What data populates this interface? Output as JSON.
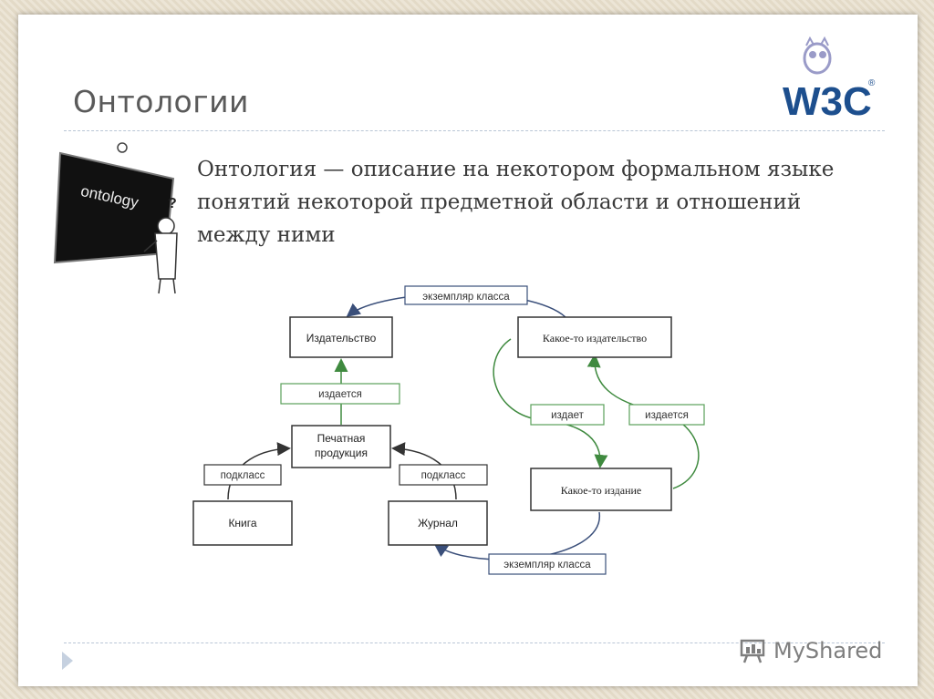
{
  "slide": {
    "title": "Онтологии",
    "definition": "Онтология — описание на некотором формальном языке понятий некоторой предметной области и отношений между ними",
    "board_text": "ontology",
    "board_mark": "?",
    "logo_text": "W3C",
    "logo_reg": "®"
  },
  "diagram": {
    "nodes": {
      "izdatelstvo": "Издательство",
      "pechatnaya_1": "Печатная",
      "pechatnaya_2": "продукция",
      "kniga": "Книга",
      "zhurnal": "Журнал",
      "kakoe_izdatelstvo": "Какое-то издательство",
      "kakoe_izdanie": "Какое-то издание"
    },
    "labels": {
      "ekzemplyar_top": "экземпляр класса",
      "izdaetsya_left": "издается",
      "podklass_left": "подкласс",
      "podklass_right": "подкласс",
      "izdaet": "издает",
      "izdaetsya_right": "издается",
      "ekzemplyar_bottom": "экземпляр класса"
    },
    "colors": {
      "box": "#333333",
      "subclass_arrow": "#333333",
      "instance_arrow": "#3a4f7a",
      "relation_arrow": "#3f8a3f",
      "relation_box": "#5aa05a"
    }
  },
  "footer": {
    "brand": "MyShared"
  }
}
